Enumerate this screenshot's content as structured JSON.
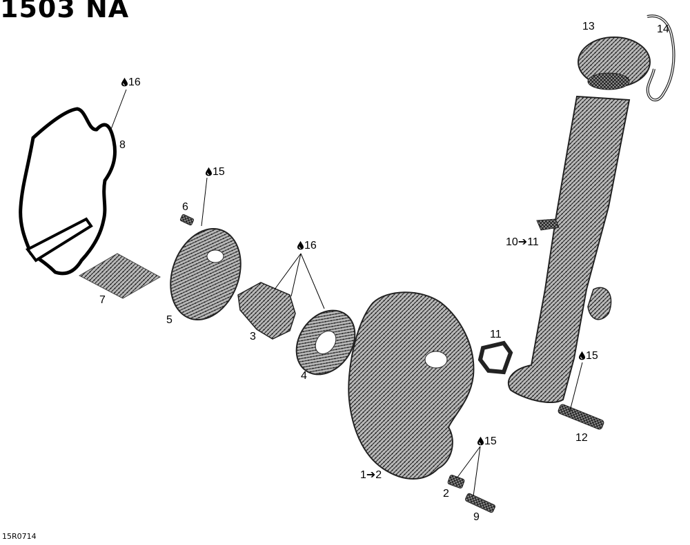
{
  "title": "1503 NA",
  "reference": "15R0714",
  "callouts": {
    "c1": "1➔2",
    "c2": "2",
    "c3": "3",
    "c4": "4",
    "c5": "5",
    "c6": "6",
    "c7": "7",
    "c8": "8",
    "c9": "9",
    "c10": "10➔11",
    "c11": "11",
    "c12": "12",
    "c13": "13",
    "c14": "14"
  },
  "lubricant_refs": {
    "l16a": "16",
    "l15a": "15",
    "l16b": "16",
    "l15b": "15",
    "l15c": "15"
  },
  "icons": {
    "lubricant": "oil-drop-icon"
  },
  "colors": {
    "ink": "#000000",
    "paper": "#ffffff",
    "part_fill": "#9a9a9a"
  }
}
